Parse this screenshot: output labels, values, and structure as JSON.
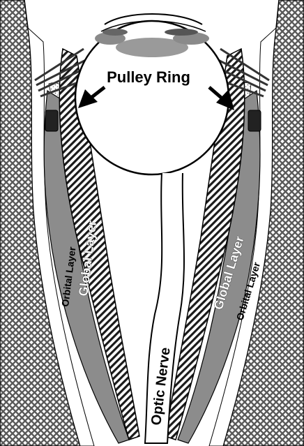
{
  "diagram": {
    "labels": {
      "pulley_ring": "Pulley Ring",
      "global_layer_left": "Global Layer",
      "orbital_layer_left": "Orbital Layer",
      "global_layer_right": "Global Layer",
      "orbital_layer_right": "Orbital Layer",
      "optic_nerve": "Optic Nerve"
    },
    "colors": {
      "background": "#ffffff",
      "orbital_wall": "#7a7a7a",
      "orbital_layer": "#8c8c8c",
      "global_layer_hatch": "#1a1a1a",
      "pulley": "#222222",
      "cornea_gray": "#9a9a9a"
    },
    "icons": {
      "arrows": "arrow-icon"
    }
  }
}
